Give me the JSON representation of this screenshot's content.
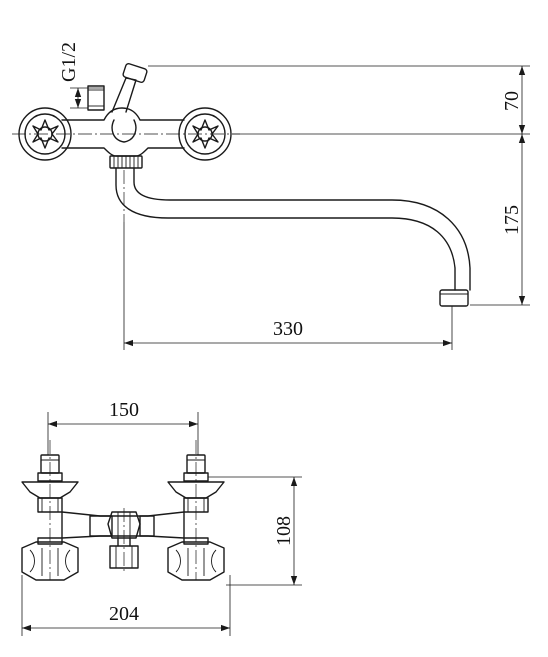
{
  "top_view": {
    "thread_label": "G1/2",
    "dim_height": "70",
    "dim_drop": "175",
    "dim_reach": "330"
  },
  "front_view": {
    "dim_centers": "150",
    "dim_height": "108",
    "dim_width": "204"
  }
}
